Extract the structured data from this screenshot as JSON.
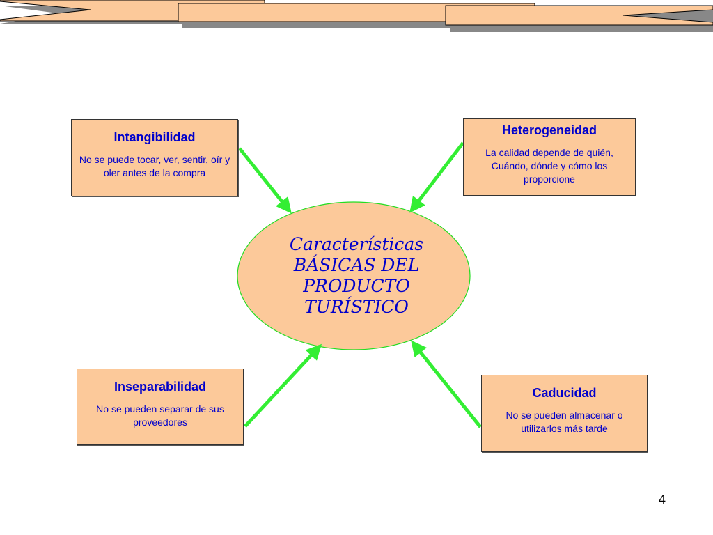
{
  "center": {
    "line1": "Características",
    "line2": "BÁSICAS DEL",
    "line3": "PRODUCTO",
    "line4": "TURÍSTICO"
  },
  "boxes": {
    "intangibilidad": {
      "title": "Intangibilidad",
      "description": "No se puede tocar, ver, sentir, oír y oler antes de la compra"
    },
    "heterogeneidad": {
      "title": "Heterogeneidad",
      "description": "La calidad depende de quién, Cuándo, dónde y cómo los proporcione"
    },
    "inseparabilidad": {
      "title": "Inseparabilidad",
      "description": "No se pueden separar de sus proveedores"
    },
    "caducidad": {
      "title": "Caducidad",
      "description": "No se pueden almacenar o utilizarlos más tarde"
    }
  },
  "page_number": "4",
  "colors": {
    "box_fill": "#fcc99a",
    "text": "#0000cc",
    "arrow": "#33ee33",
    "ellipse_stroke": "#22dd22",
    "banner_fill": "#fcc99a"
  }
}
